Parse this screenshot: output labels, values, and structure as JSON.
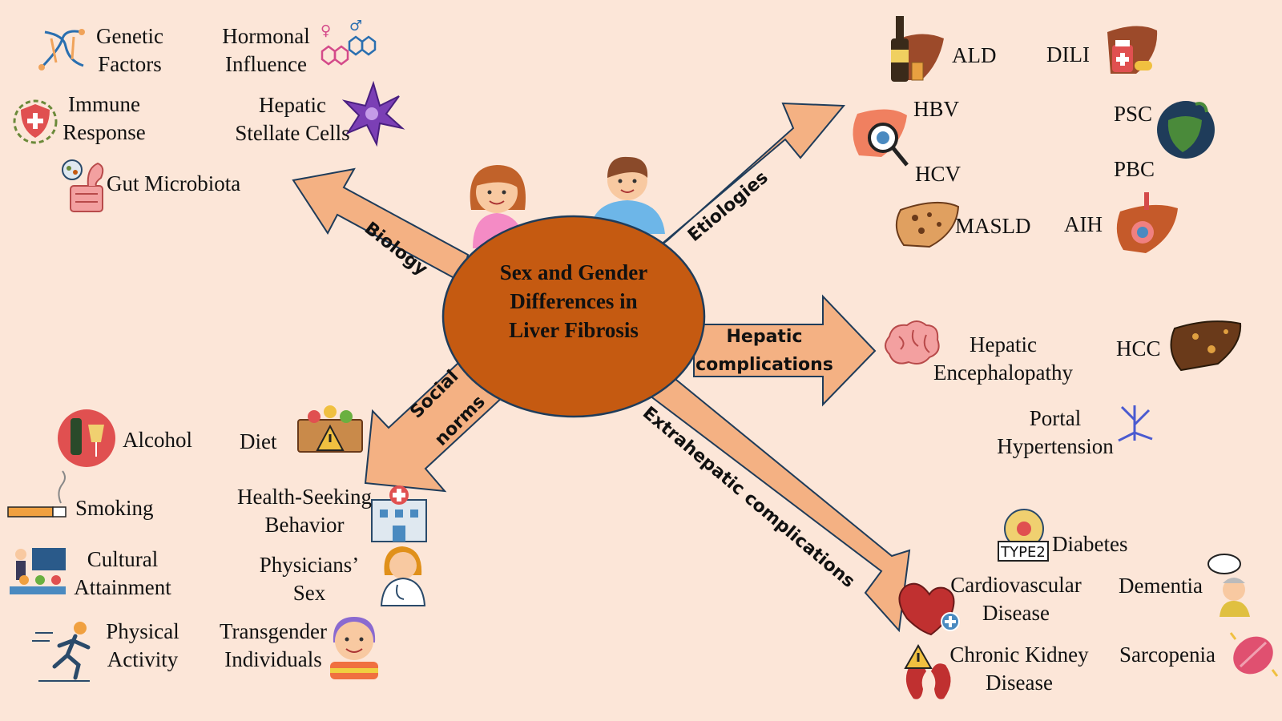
{
  "title": {
    "line1": "Sex and Gender",
    "line2": "Differences in",
    "line3": "Liver Fibrosis"
  },
  "arrows": {
    "biology": "Biology",
    "etiologies": "Etiologies",
    "hepatic_line1": "Hepatic",
    "hepatic_line2": "complications",
    "social_line1": "Social",
    "social_line2": "norms",
    "extrahepatic": "Extrahepatic complications"
  },
  "biology": {
    "genetic_1": "Genetic",
    "genetic_2": "Factors",
    "hormonal_1": "Hormonal",
    "hormonal_2": "Influence",
    "immune_1": "Immune",
    "immune_2": "Response",
    "stellate_1": "Hepatic",
    "stellate_2": "Stellate Cells",
    "gut": "Gut Microbiota"
  },
  "etiologies": {
    "ald": "ALD",
    "dili": "DILI",
    "hbv": "HBV",
    "hcv": "HCV",
    "psc": "PSC",
    "pbc": "PBC",
    "masld": "MASLD",
    "aih": "AIH"
  },
  "hepatic": {
    "he_1": "Hepatic",
    "he_2": "Encephalopathy",
    "hcc": "HCC",
    "ph_1": "Portal",
    "ph_2": "Hypertension"
  },
  "social": {
    "alcohol": "Alcohol",
    "diet": "Diet",
    "smoking": "Smoking",
    "health_1": "Health-Seeking",
    "health_2": "Behavior",
    "cultural_1": "Cultural",
    "cultural_2": "Attainment",
    "physicians_1": "Physicians’",
    "physicians_2": "Sex",
    "physical_1": "Physical",
    "physical_2": "Activity",
    "transgender_1": "Transgender",
    "transgender_2": "Individuals"
  },
  "extrahepatic": {
    "diabetes": "Diabetes",
    "type2": "TYPE2",
    "cardio_1": "Cardiovascular",
    "cardio_2": "Disease",
    "dementia": "Dementia",
    "ckd_1": "Chronic Kidney",
    "ckd_2": "Disease",
    "sarcopenia": "Sarcopenia"
  },
  "colors": {
    "background": "#fce6d8",
    "arrow_fill": "#f4b183",
    "arrow_stroke": "#1f3c5a",
    "center_fill": "#c55a11",
    "liver": "#9c4a2a"
  }
}
